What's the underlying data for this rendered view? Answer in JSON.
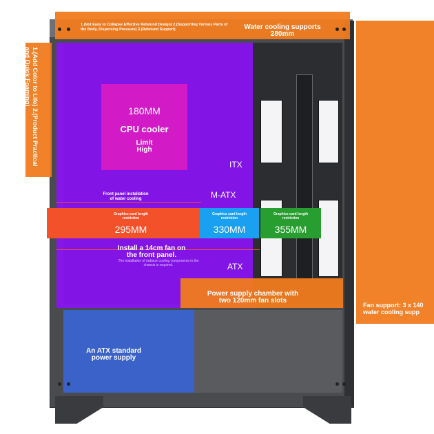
{
  "top_banner": {
    "small_text": "1.(Not Easy to Collapse Effective Rebound Design) 2.(Supporting Various Parts of the Body, Dispersing Pressure) 3.(Rebound Support)",
    "title_line1": "Water cooling supports",
    "title_line2": "280mm"
  },
  "left_banner": {
    "text": "1.(Add Color to Life) 2.(Product Practical and Quick Foaming)"
  },
  "cpu_box": {
    "size": "180MM",
    "label": "CPU cooler",
    "limit_line1": "Limit",
    "limit_line2": "High"
  },
  "board_labels": {
    "itx": "ITX",
    "matx": "M-ATX",
    "atx": "ATX"
  },
  "front_panel": {
    "line1": "Front panel installation",
    "line2": "of water cooling"
  },
  "gpu": {
    "heading_line1": "Graphics card length",
    "heading_line2": "restriction",
    "lengths": [
      "295MM",
      "330MM",
      "355MM"
    ]
  },
  "fan_note": {
    "line1": "Install a 14cm fan on",
    "line2": "the front panel.",
    "sub": "The installation of radiator cooling components in the chassis is required."
  },
  "psu_chamber": {
    "line1": "Power supply chamber with",
    "line2": "two 120mm fan slots"
  },
  "right_banner": {
    "line1": "Fan support: 3 x 140",
    "line2": "water cooling supp"
  },
  "psu": {
    "line1": "An ATX standard",
    "line2": "power supply"
  },
  "colors": {
    "orange": "#f07b1d",
    "purple": "#8a14f5",
    "magenta": "#d21ac6",
    "blue": "#3a62c8",
    "red": "#f2512a",
    "cyan": "#1aa0f0",
    "green": "#279e2f"
  }
}
